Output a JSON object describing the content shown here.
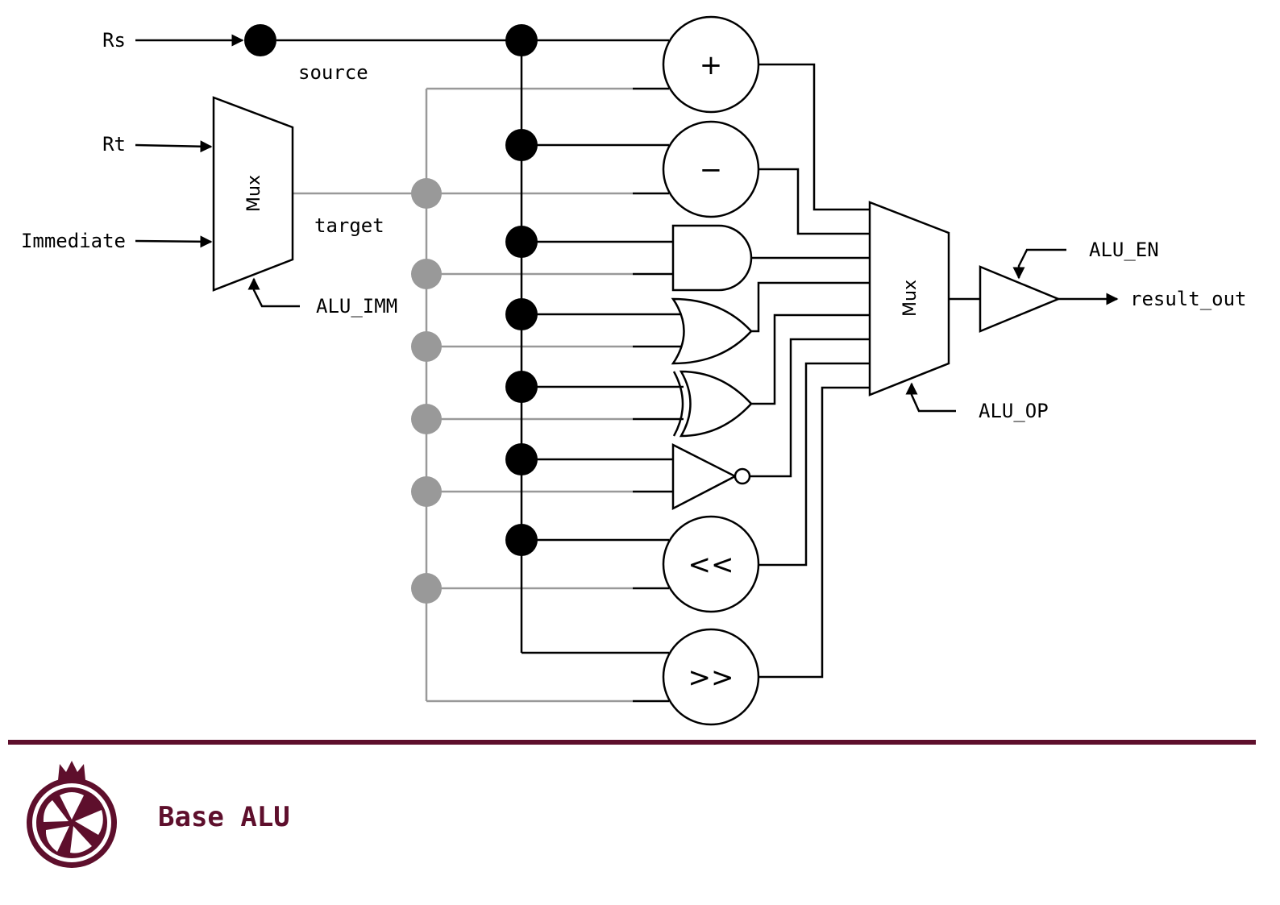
{
  "inputs": {
    "rs": "Rs",
    "rt": "Rt",
    "immediate": "Immediate"
  },
  "signals": {
    "source": "source",
    "target": "target",
    "result": "result_out"
  },
  "controls": {
    "alu_imm": "ALU_IMM",
    "alu_op": "ALU_OP",
    "alu_en": "ALU_EN"
  },
  "blocks": {
    "input_mux": "Mux",
    "output_mux": "Mux"
  },
  "operations": {
    "add": "+",
    "subtract": "−",
    "shift_left": "<<",
    "shift_right": ">>"
  },
  "footer": {
    "title": "Base ALU"
  },
  "colors": {
    "brand": "#5e0f2c",
    "wire": "#000000",
    "target_bus": "#999999"
  }
}
